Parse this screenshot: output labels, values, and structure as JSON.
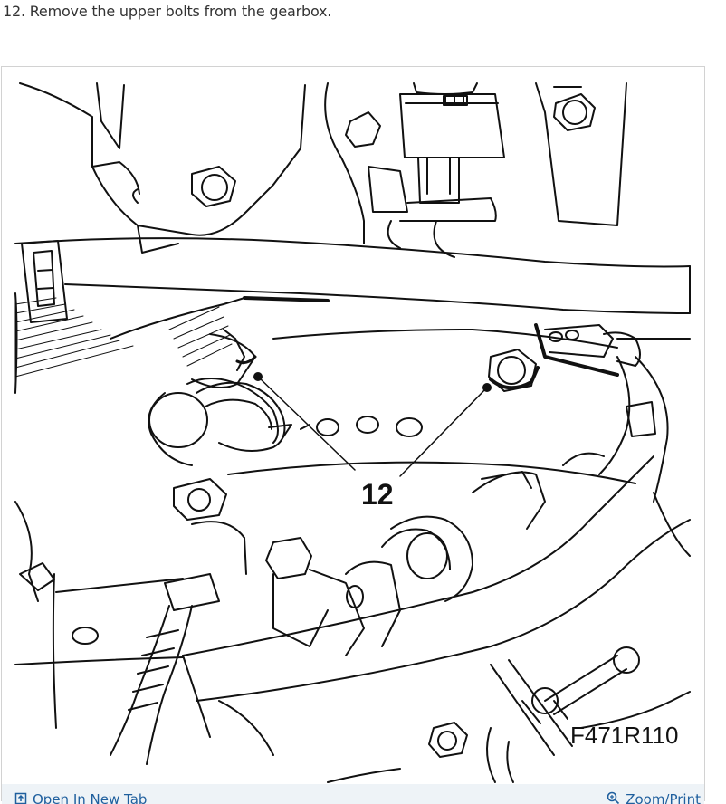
{
  "step": {
    "text": "12. Remove the upper bolts from the gearbox."
  },
  "figure": {
    "callout_number": "12",
    "figure_code": "F471R110"
  },
  "actions": {
    "open_new_tab": "Open In New Tab",
    "zoom_print": "Zoom/Print"
  },
  "icons": {
    "open_new_tab": "external-open-icon",
    "zoom_print": "magnifier-icon"
  },
  "colors": {
    "link": "#1f5f9e",
    "text": "#333333",
    "frame_border": "#d2d2d2"
  }
}
